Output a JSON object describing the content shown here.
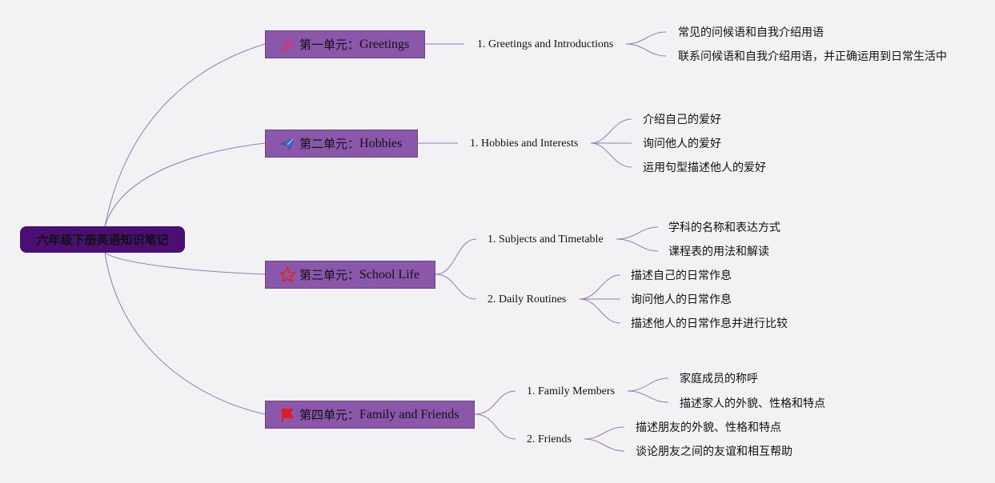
{
  "root": {
    "label": "六年级下册英语知识笔记"
  },
  "units": [
    {
      "prefix": "第一单元：",
      "name": "Greetings",
      "icon": "fireworks-icon",
      "topics": [
        {
          "label": "1. Greetings and Introductions",
          "points": [
            "常见的问候语和自我介绍用语",
            "联系问候语和自我介绍用语，并正确运用到日常生活中"
          ]
        }
      ]
    },
    {
      "prefix": "第二单元：",
      "name": "Hobbies",
      "icon": "paper-plane-icon",
      "topics": [
        {
          "label": "1. Hobbies and Interests",
          "points": [
            "介绍自己的爱好",
            "询问他人的爱好",
            "运用句型描述他人的爱好"
          ]
        }
      ]
    },
    {
      "prefix": "第三单元：",
      "name": "School Life",
      "icon": "star-icon",
      "topics": [
        {
          "label": "1. Subjects and Timetable",
          "points": [
            "学科的名称和表达方式",
            "课程表的用法和解读"
          ]
        },
        {
          "label": "2. Daily Routines",
          "points": [
            "描述自己的日常作息",
            "询问他人的日常作息",
            "描述他人的日常作息并进行比较"
          ]
        }
      ]
    },
    {
      "prefix": "第四单元：",
      "name": "Family and Friends",
      "icon": "flag-icon",
      "topics": [
        {
          "label": "1. Family Members",
          "points": [
            "家庭成员的称呼",
            "描述家人的外貌、性格和特点"
          ]
        },
        {
          "label": "2. Friends",
          "points": [
            "描述朋友的外貌、性格和特点",
            "谈论朋友之间的友谊和相互帮助"
          ]
        }
      ]
    }
  ],
  "colors": {
    "background": "#f2f1f4",
    "root_fill": "#4b0f73",
    "unit_fill": "#8b57ab",
    "link": "#9a78b8",
    "star": "#d42a2a",
    "flag": "#e01c1c",
    "plane": "#3b6fd4",
    "fireworks": "#e0306a"
  }
}
